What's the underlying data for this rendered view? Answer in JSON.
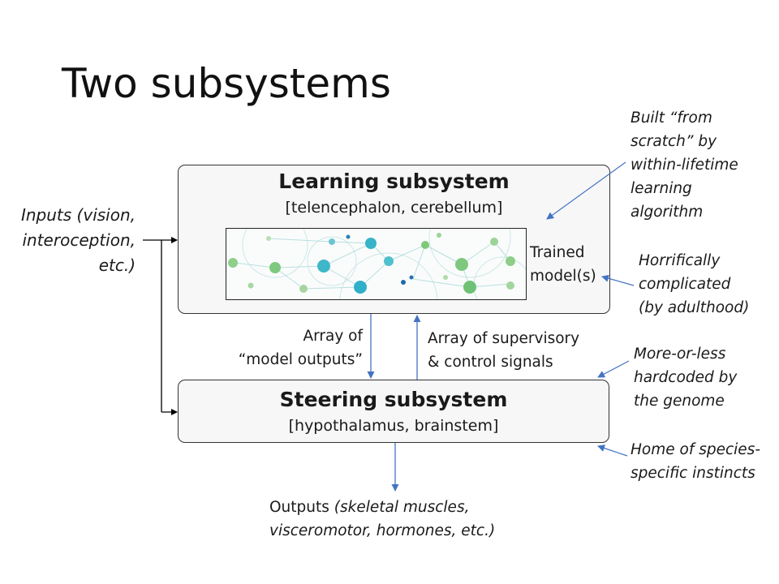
{
  "title": "Two subsystems",
  "learning": {
    "title": "Learning subsystem",
    "subtitle": "[telencephalon, cerebellum]",
    "trained_label_lines": [
      "Trained",
      "model(s)"
    ]
  },
  "steering": {
    "title": "Steering subsystem",
    "subtitle": "[hypothalamus, brainstem]"
  },
  "inputs_lines": [
    "Inputs (vision,",
    "interoception,",
    "etc.)"
  ],
  "model_outputs_lines": [
    "Array of",
    "“model outputs”"
  ],
  "supervisory_lines": [
    "Array of supervisory",
    "& control signals"
  ],
  "outputs": {
    "prefix": "Outputs ",
    "line1_italic": "(skeletal muscles,",
    "line2_italic": "visceromotor, hormones, etc.)"
  },
  "notes": {
    "built_lines": [
      "Built “from",
      "scratch” by",
      "within-lifetime",
      "learning",
      "algorithm"
    ],
    "complicated_lines": [
      "Horrifically",
      "complicated",
      "(by adulthood)"
    ],
    "hardcoded_lines": [
      "More-or-less",
      "hardcoded by",
      "the genome"
    ],
    "instincts_lines": [
      "Home of species-",
      "specific instincts"
    ]
  },
  "colors": {
    "arrow_blue": "#4472c4",
    "arrow_black": "#000000",
    "box_fill": "#f7f7f7"
  }
}
